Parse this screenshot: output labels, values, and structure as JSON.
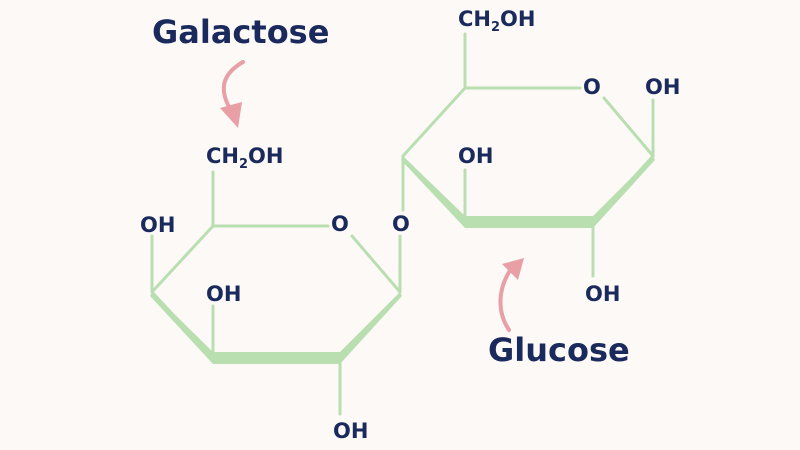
{
  "labels": {
    "galactose": "Galactose",
    "glucose": "Glucose"
  },
  "galactose_ring": {
    "ch2oh_main": "CH",
    "ch2oh_sub": "2",
    "ch2oh_tail": "OH",
    "ring_oxygen": "O",
    "oh_left": "OH",
    "oh_inner": "OH",
    "oh_bottom": "OH"
  },
  "glycosidic_oxygen": "O",
  "glucose_ring": {
    "ch2oh_main": "CH",
    "ch2oh_sub": "2",
    "ch2oh_tail": "OH",
    "ring_oxygen": "O",
    "oh_right": "OH",
    "oh_inner": "OH",
    "oh_bottom": "OH"
  },
  "colors": {
    "background": "#fdf9f7",
    "bond": "#b9dfb0",
    "text": "#1b2a5c",
    "arrow": "#e8a0a6"
  }
}
